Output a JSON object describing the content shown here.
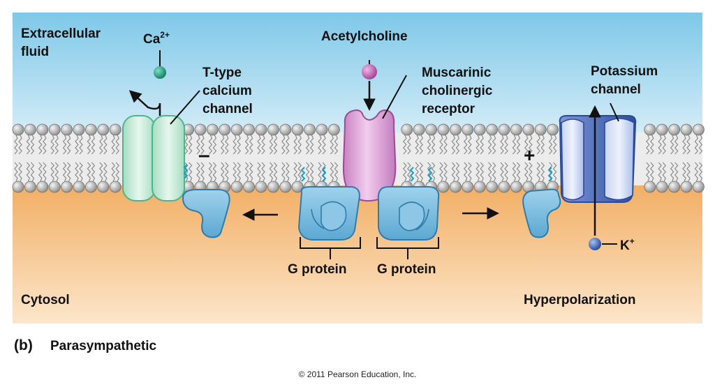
{
  "labels": {
    "extracellular_line1": "Extracellular",
    "extracellular_line2": "fluid",
    "ca_base": "Ca",
    "ca_sup": "2+",
    "ttype_line1": "T-type",
    "ttype_line2": "calcium",
    "ttype_line3": "channel",
    "acetylcholine": "Acetylcholine",
    "muscarinic_line1": "Muscarinic",
    "muscarinic_line2": "cholinergic",
    "muscarinic_line3": "receptor",
    "potassium_line1": "Potassium",
    "potassium_line2": "channel",
    "g_protein_left": "G protein",
    "g_protein_right": "G protein",
    "k_base": "K",
    "k_sup": "+",
    "cytosol": "Cytosol",
    "hyperpolarization": "Hyperpolarization",
    "minus_sign": "–",
    "plus_sign": "+"
  },
  "caption": {
    "panel_letter": "(b)",
    "title": "Parasympathetic"
  },
  "copyright": "© 2011 Pearson Education, Inc.",
  "colors": {
    "extracellular_top": "#7ec8e8",
    "extracellular_bottom": "#eef7fc",
    "cytosol_top": "#f3b163",
    "cytosol_bottom": "#fbe3c6",
    "calcium_channel": "#c9ecd9",
    "ca_ion": "#1a9a78",
    "receptor": "#d79ad2",
    "acetylcholine": "#c15fb4",
    "g_protein": "#74b9dc",
    "potassium_channel": "#5b79c2",
    "k_ion": "#3a62b8"
  }
}
